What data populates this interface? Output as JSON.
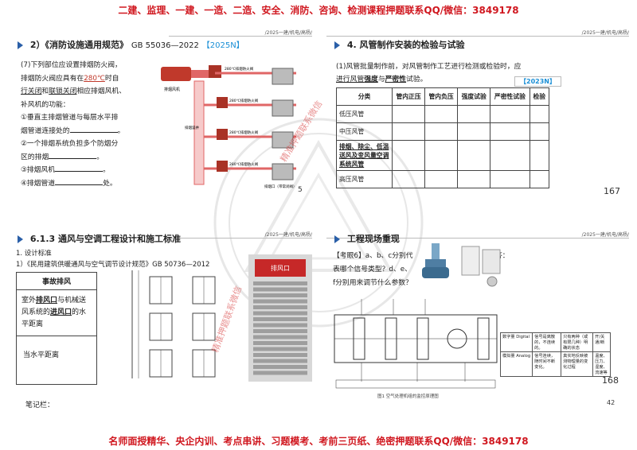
{
  "top_banner": "二建、监理、一建、一造、二造、安全、消防、咨询、检测课程押题联系QQ/微信：3849178",
  "bottom_banner": "名师面授精华、央企内训、考点串讲、习题模考、考前三页纸、绝密押题联系QQ/微信：3849178",
  "watermark": "精准押题联系微信",
  "quad1": {
    "ref": "/2025一建/机电/高杨/",
    "heading_num": "2）",
    "heading_title": "《消防设施通用规范》",
    "heading_code": "GB 55036—2022",
    "tag": "【2025N】",
    "lines": {
      "l1": "(7)下列部位应设置排烟防火阀，",
      "l2a": "排烟防火阀应具有在",
      "l2b": "280℃",
      "l2c": "时自",
      "l3a": "行关闭",
      "l3b": "和",
      "l3c": "联锁关闭",
      "l3d": "相应排烟风机、",
      "l4": "补风机的功能：",
      "l5": "①垂直主排烟管道与每层水平排",
      "l6": "烟管道连接处的",
      "l7": "②一个排烟系统负担多个防烟分",
      "l8": "区的排烟",
      "l9": "③排烟风机",
      "l10": "④排烟管道",
      "l10end": "处。"
    },
    "diagram_labels": {
      "fan": "排烟风机",
      "valve_top": "280℃排烟防火阀",
      "shaft": "排烟竖井",
      "valve_mid": "280℃排烟防火阀",
      "valve_mid2": "280℃排烟防火阀",
      "valve_low": "280℃排烟防火阀",
      "outlet": "排烟口（带常闭阀）"
    },
    "page_num": "5"
  },
  "quad2": {
    "ref": "/2025一建/机电/高杨/",
    "heading": "4. 风管制作安装的检验与试验",
    "para1": "(1)风管批量制作前，对风管制作工艺进行检测或检验时，应",
    "para2a": "进行风管",
    "para2b": "强度",
    "para2c": "与",
    "para2d": "严密性",
    "para2e": "试验。",
    "tag": "【2023N】",
    "table": {
      "headers": [
        "分类",
        "管内正压",
        "管内负压",
        "强度试验",
        "严密性试验",
        "检验"
      ],
      "rows": [
        [
          "低压风管",
          "",
          "",
          "",
          "",
          ""
        ],
        [
          "中压风管",
          "",
          "",
          "",
          "",
          ""
        ],
        [
          "排烟、除尘、低温送风及变风量空调系统风管",
          "",
          "",
          "",
          "",
          ""
        ],
        [
          "高压风管",
          "",
          "",
          "",
          "",
          ""
        ]
      ]
    },
    "page_num": "167"
  },
  "quad3": {
    "ref": "/2025一建/机电/高杨/",
    "heading": "6.1.3 通风与空调工程设计和施工标准",
    "sub1": "1. 设计标准",
    "sub2": "1）《民用建筑供暖通风与空气调节设计规范》GB 50736—2012",
    "box_head": "事故排风",
    "box_text_a": "室外",
    "box_text_b": "排风口",
    "box_text_c": "与机械送风系统的",
    "box_text_d": "进风口",
    "box_text_e": "的水平距离",
    "box_text2": "当水平距离",
    "sign": "排风口",
    "notes": "笔记栏："
  },
  "quad4": {
    "ref": "/2025一建/机电/高杨/",
    "heading": "工程现场重现",
    "q1": "【考眼6】a、b、c分别代",
    "q2": "表哪个信号类型？d、e、",
    "q3": "f分别用来调节什么参数？",
    "ans": "答：",
    "caption": "图1  空气处理机组的监控原理图",
    "small_table": {
      "r1c1": "数字量 Digital",
      "r1c2": "信号是离散的，不连续的。",
      "r1c3": "只有两种（或有限几种）明确的状态",
      "r1c4": "开/关 通/断",
      "r2c1": "模拟量 Analog",
      "r2c2": "信号连续，随时间不断变化。",
      "r2c3": "真实地反映被测物理量的变化过程",
      "r2c4": "温度、压力、湿度、流速等"
    },
    "page_num": "168",
    "corner_num": "42"
  }
}
